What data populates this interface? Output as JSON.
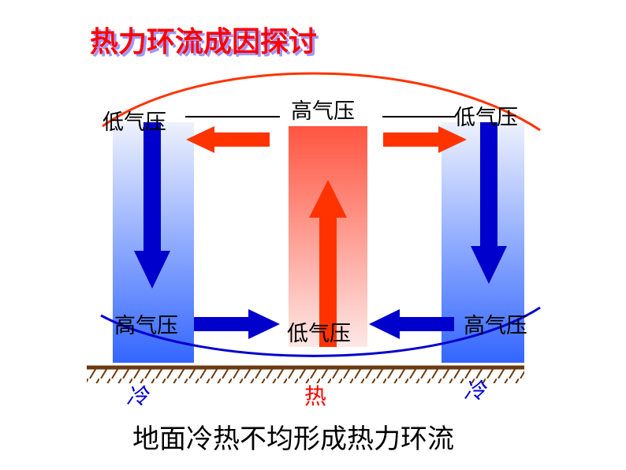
{
  "title": "热力环流成因探讨",
  "labels": {
    "top_left": "低气压",
    "top_center": "高气压",
    "top_right": "低气压",
    "bottom_left": "高气压",
    "bottom_center": "低气压",
    "bottom_right": "高气压"
  },
  "ground": {
    "left": "冷",
    "center": "热",
    "right": "冷"
  },
  "caption": "地面冷热不均形成热力环流",
  "colors": {
    "title": "#ff0000",
    "cold": "#0000cc",
    "hot": "#ff3300",
    "ground": "#6b3a10"
  }
}
